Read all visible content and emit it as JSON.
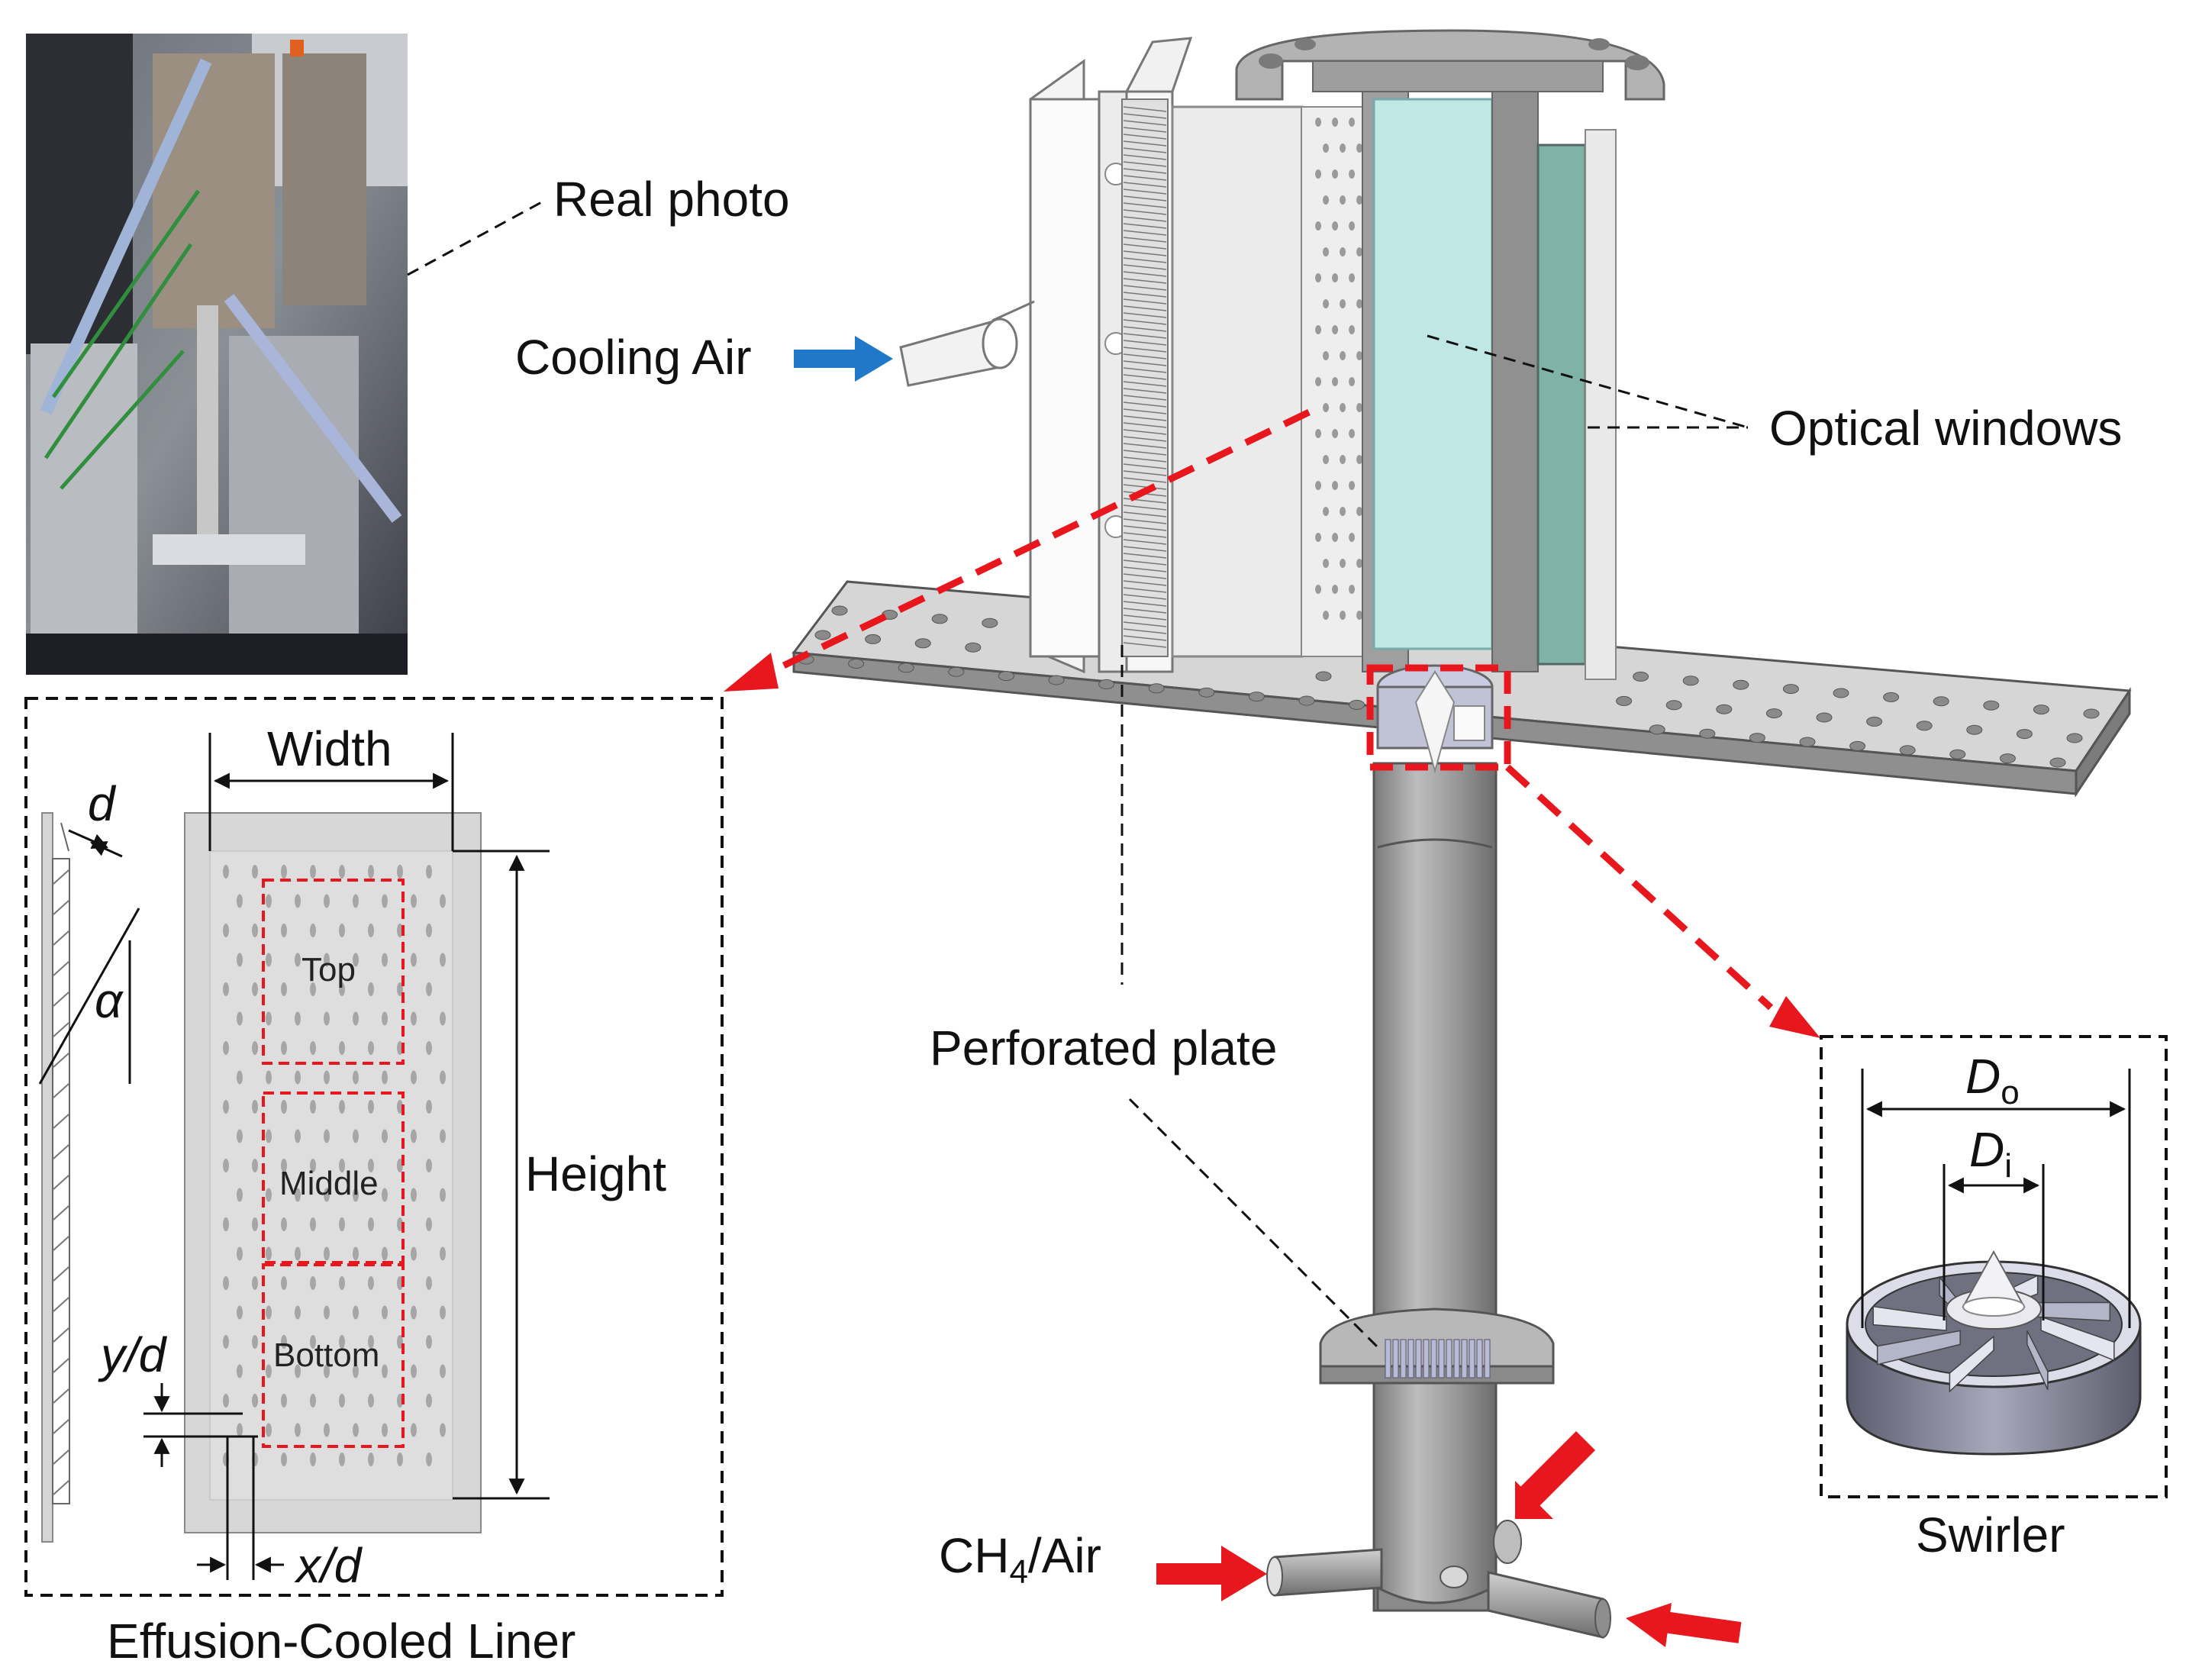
{
  "labels": {
    "real_photo": "Real photo",
    "cooling_air": "Cooling Air",
    "optical_windows": "Optical windows",
    "perforated_plate": "Perforated plate",
    "ch4_air_prefix": "CH",
    "ch4_air_sub": "4",
    "ch4_air_suffix": "/Air",
    "effusion_cooled_liner": "Effusion-Cooled Liner",
    "swirler": "Swirler"
  },
  "liner": {
    "width": "Width",
    "height": "Height",
    "d": "d",
    "alpha": "α",
    "y_over_d": "y/d",
    "x_over_d": "x/d",
    "regions": [
      "Top",
      "Middle",
      "Bottom"
    ]
  },
  "swirler_dims": {
    "outer_main": "D",
    "outer_sub": "o",
    "inner_main": "D",
    "inner_sub": "i"
  },
  "colors": {
    "cooling_arrow": "#1f78c8",
    "flow_arrow": "#e8171d",
    "glass": "#bfe8e4",
    "metal": "#a7a7a7"
  }
}
